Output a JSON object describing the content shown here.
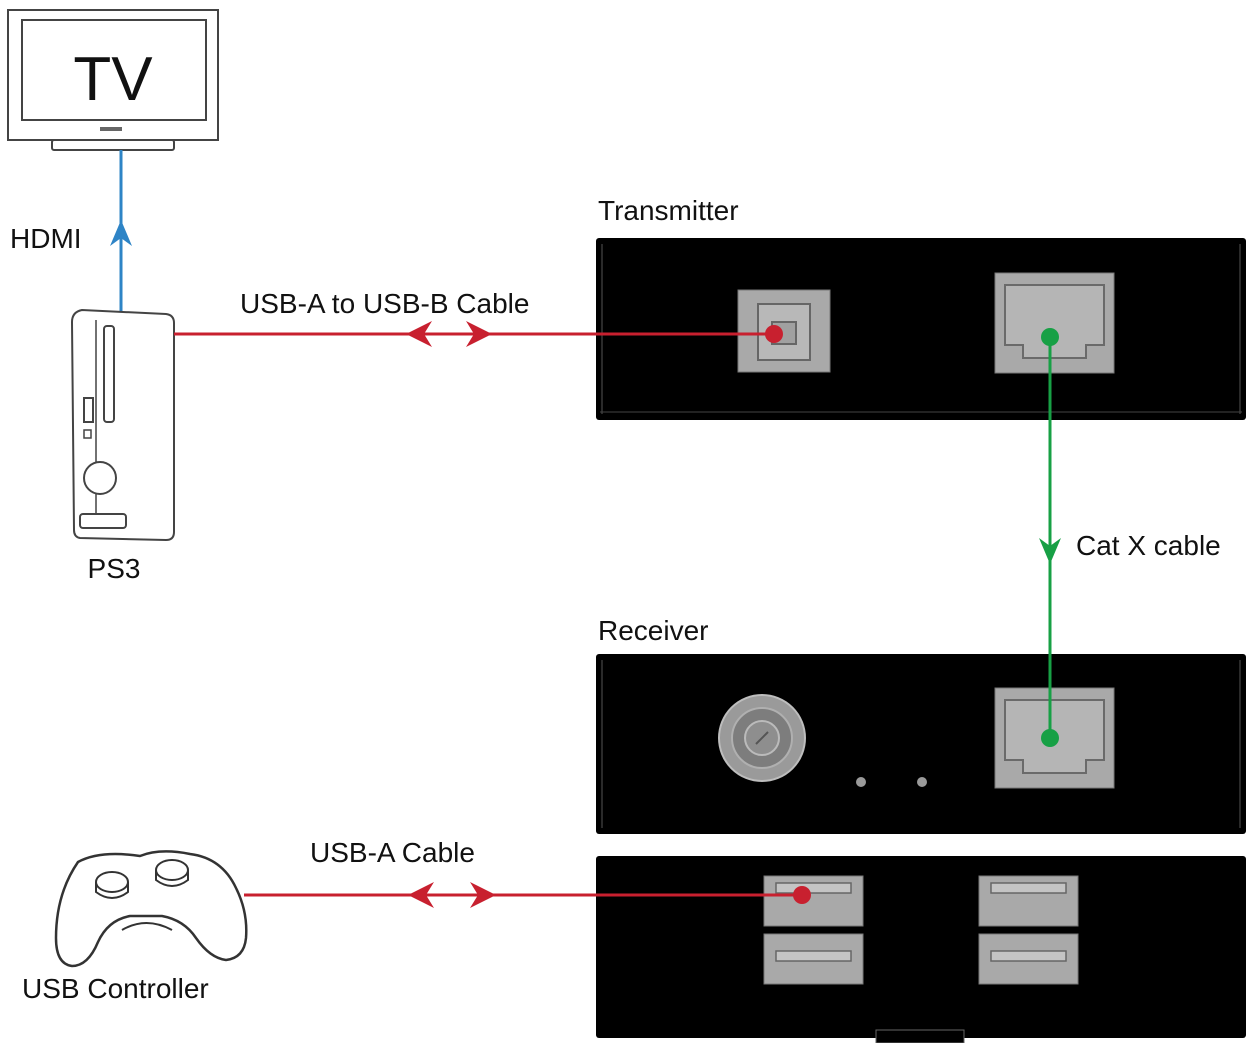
{
  "labels": {
    "tv": "TV",
    "hdmi": "HDMI",
    "ps3": "PS3",
    "usb_ab_cable": "USB-A to USB-B Cable",
    "transmitter": "Transmitter",
    "cat_x_cable": "Cat X cable",
    "receiver": "Receiver",
    "usb_a_cable": "USB-A Cable",
    "usb_controller": "USB Controller"
  },
  "colors": {
    "hdmi_line": "#2e84c6",
    "usb_line": "#c8202f",
    "cat_line": "#17a045",
    "device_body": "#000000",
    "port_gray": "#a9a9a9"
  },
  "icons": {
    "tv": "tv-icon",
    "console": "console-icon",
    "controller": "gamepad-icon",
    "usb_b_port": "usb-b-port-icon",
    "rj45_port": "rj45-port-icon",
    "dc_jack": "dc-power-jack-icon",
    "usb_a_port": "usb-a-port-icon"
  }
}
